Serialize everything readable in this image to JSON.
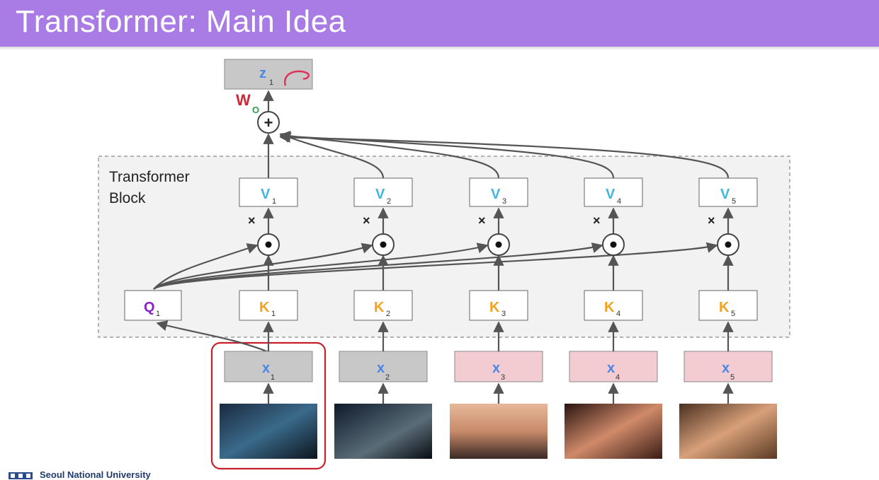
{
  "slide": {
    "title": "Transformer: Main Idea",
    "block_label_line1": "Transformer",
    "block_label_line2": "Block",
    "footer": "Seoul National University"
  },
  "output": {
    "letter": "z",
    "sub": "1",
    "weight_letter": "W",
    "weight_sub": "O",
    "sum_symbol": "+"
  },
  "query": {
    "letter": "Q",
    "sub": "1"
  },
  "columns": [
    {
      "x_sub": "1",
      "k_sub": "1",
      "v_sub": "1",
      "x_fill": "#c8c8c8",
      "highlighted": true,
      "image": "ship-night-image"
    },
    {
      "x_sub": "2",
      "k_sub": "2",
      "v_sub": "2",
      "x_fill": "#c8c8c8",
      "highlighted": false,
      "image": "sinking-ship-image"
    },
    {
      "x_sub": "3",
      "k_sub": "3",
      "v_sub": "3",
      "x_fill": "#f3ccd2",
      "highlighted": false,
      "image": "couple-bow-image"
    },
    {
      "x_sub": "4",
      "k_sub": "4",
      "v_sub": "4",
      "x_fill": "#f3ccd2",
      "highlighted": false,
      "image": "couple-embrace-image"
    },
    {
      "x_sub": "5",
      "k_sub": "5",
      "v_sub": "5",
      "x_fill": "#f3ccd2",
      "highlighted": false,
      "image": "woman-portrait-image"
    }
  ],
  "symbols": {
    "times": "×",
    "dot": "•"
  },
  "colors": {
    "title_bar": "#a97be4",
    "x_letter": "#4a86e8",
    "k_letter": "#f4a21b",
    "v_letter": "#3fb6e0",
    "q_letter": "#8a22c8",
    "w_letter": "#cc2a3a",
    "w_sub": "#2f9a4a",
    "highlight_border": "#c8202b",
    "annotation": "#e0305a"
  }
}
